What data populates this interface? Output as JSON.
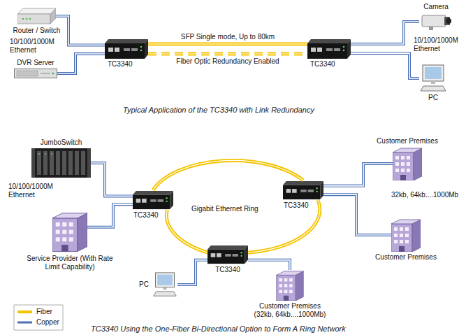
{
  "diagram": {
    "caption": "TC3340 Using the One-Fiber Bi-Directional Option to Form A Ring Network",
    "nodes": [
      {
        "text": [
          "Router / Switch"
        ]
      },
      {
        "text": [
          "DVR Server"
        ]
      },
      {
        "text": [
          "TC3340"
        ]
      },
      {
        "text": [
          "TC3340"
        ]
      },
      {
        "text": [
          "Camera"
        ]
      },
      {
        "text": [
          "PC"
        ]
      },
      {
        "text": [
          "JumboSwitch"
        ]
      },
      {
        "text": [
          "Service Provider (With Rate Limit Capability)"
        ]
      },
      {
        "text": [
          "TC3340"
        ]
      },
      {
        "text": [
          "TC3340"
        ]
      },
      {
        "text": [
          "TC3340"
        ]
      },
      {
        "text": [
          "Customer Premises"
        ]
      },
      {
        "text": [
          "Customer Premises"
        ]
      },
      {
        "text": [
          "PC"
        ]
      },
      {
        "text": [
          "Customer Premises (32kb, 64kb....1000Mb)"
        ]
      }
    ],
    "edges": [
      {
        "from": 0,
        "to": 2,
        "arrow": "none"
      },
      {
        "from": 1,
        "to": 2,
        "arrow": "none"
      },
      {
        "from": 2,
        "to": 3,
        "label": "SFP Single mode, Up to 80km",
        "arrow": "none"
      },
      {
        "from": 2,
        "to": 3,
        "label": "Fiber Optic Redundancy Enabled",
        "arrow": "none"
      },
      {
        "from": 3,
        "to": 4,
        "arrow": "none"
      },
      {
        "from": 3,
        "to": 5,
        "arrow": "none"
      },
      {
        "from": 6,
        "to": 8,
        "arrow": "none"
      },
      {
        "from": 7,
        "to": 8,
        "arrow": "none"
      },
      {
        "from": 8,
        "to": 9,
        "arrow": "none"
      },
      {
        "from": 9,
        "to": 10,
        "arrow": "none"
      },
      {
        "from": 10,
        "to": 8,
        "arrow": "none"
      },
      {
        "from": 9,
        "to": 11,
        "arrow": "none"
      },
      {
        "from": 9,
        "to": 12,
        "arrow": "none"
      },
      {
        "from": 10,
        "to": 13,
        "arrow": "none"
      },
      {
        "from": 10,
        "to": 14,
        "arrow": "none"
      }
    ],
    "labels": [
      "10/100/1000M Ethernet",
      "10/100/1000M Ethernet",
      "Typical Application of the TC3340 with Link Redundancy",
      "10/100/1000M Ethernet",
      "Gigabit Ethernet Ring",
      "32kb, 64kb....1000Mb"
    ],
    "legend": [
      {
        "text": "Fiber"
      },
      {
        "text": "Copper"
      }
    ]
  }
}
